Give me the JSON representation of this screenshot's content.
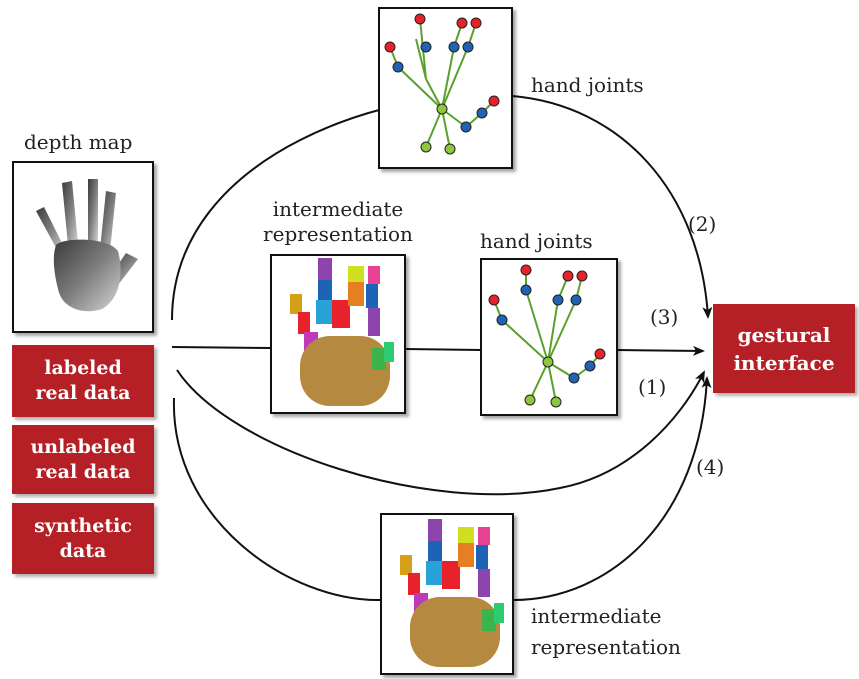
{
  "labels": {
    "depth_map": "depth map",
    "hand_joints_top": "hand joints",
    "intermediate_mid_line1": "intermediate",
    "intermediate_mid_line2": "representation",
    "hand_joints_mid": "hand joints",
    "intermediate_bottom_line1": "intermediate",
    "intermediate_bottom_line2": "representation"
  },
  "data_boxes": [
    {
      "line1": "labeled",
      "line2": "real data"
    },
    {
      "line1": "unlabeled",
      "line2": "real data"
    },
    {
      "line1": "synthetic",
      "line2": "data"
    }
  ],
  "output_box": {
    "line1": "gestural",
    "line2": "interface"
  },
  "path_labels": {
    "p1": "(1)",
    "p2": "(2)",
    "p3": "(3)",
    "p4": "(4)"
  },
  "colors": {
    "accent_red": "#b42025",
    "joint_red": "#e8222b",
    "joint_blue": "#1f63b6",
    "joint_green": "#8dc63f",
    "bone_green": "#5aa02c",
    "arrow": "#111111"
  },
  "icons": {
    "depth_map": "grayscale-hand-depth-map",
    "hand_joints": "hand-skeleton-joints",
    "intermediate_representation": "segmented-hand-parts"
  }
}
